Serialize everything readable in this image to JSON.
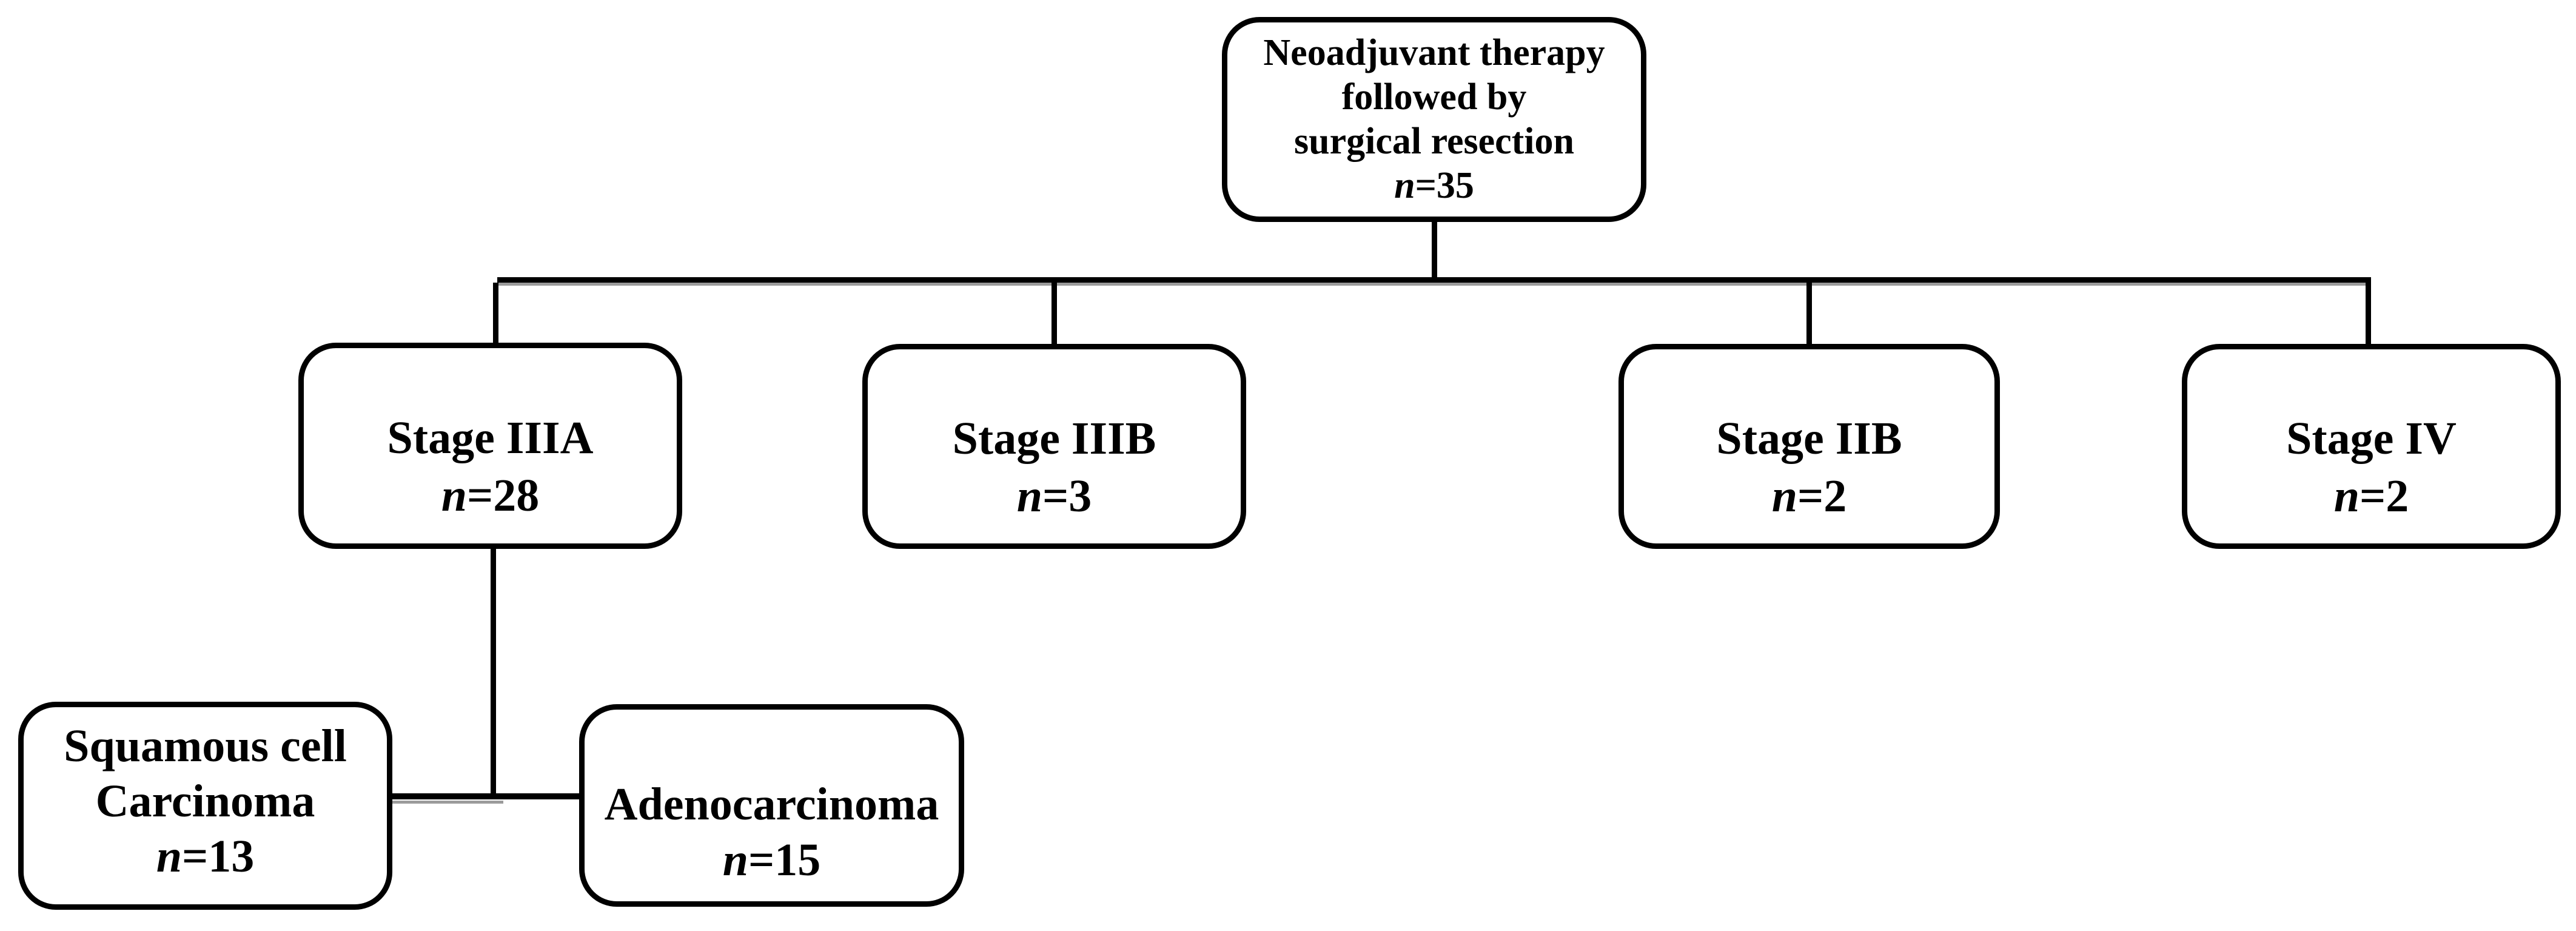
{
  "colors": {
    "ink": "#000000",
    "connector_shadow": "#9b9b9b",
    "background": "#ffffff"
  },
  "flowchart": {
    "root": {
      "line1": "Neoadjuvant therapy",
      "line2": "followed by",
      "line3": "surgical resection",
      "n_prefix": "n",
      "n_value": "=35"
    },
    "stage_iiia": {
      "title": "Stage IIIA",
      "n_prefix": "n",
      "n_value": "=28"
    },
    "stage_iiib": {
      "title": "Stage IIIB",
      "n_prefix": "n",
      "n_value": "=3"
    },
    "stage_iib": {
      "title": "Stage IIB",
      "n_prefix": "n",
      "n_value": "=2"
    },
    "stage_iv": {
      "title": "Stage IV",
      "n_prefix": "n",
      "n_value": "=2"
    },
    "squamous": {
      "line1": "Squamous cell",
      "line2": "Carcinoma",
      "n_prefix": "n",
      "n_value": "=13"
    },
    "adenocarcinoma": {
      "title": "Adenocarcinoma",
      "n_prefix": "n",
      "n_value": "=15"
    }
  }
}
